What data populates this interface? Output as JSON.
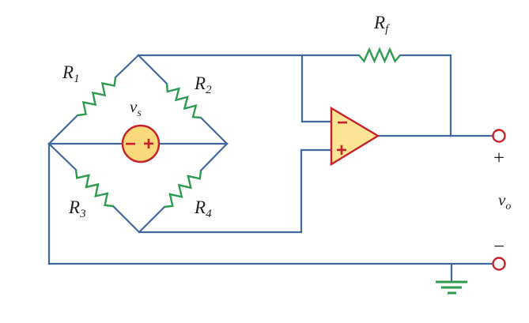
{
  "colors": {
    "wire": "#41689E",
    "resistor": "#2E9B50",
    "outline": "#C5222B",
    "opamp-fill": "#FCE495",
    "source-fill": "#FBD87A",
    "ink": "#231F20",
    "bg": "#FFFFFF"
  },
  "labels": {
    "r1": {
      "base": "R",
      "sub": "1"
    },
    "r2": {
      "base": "R",
      "sub": "2"
    },
    "r3": {
      "base": "R",
      "sub": "3"
    },
    "r4": {
      "base": "R",
      "sub": "4"
    },
    "rf": {
      "base": "R",
      "sub": "f"
    },
    "vs": {
      "base": "v",
      "sub": "s"
    },
    "vo": {
      "base": "v",
      "sub": "o"
    }
  },
  "opamp": {
    "inverting": "−",
    "noninverting": "+"
  },
  "source": {
    "minus": "−",
    "plus": "+"
  },
  "output": {
    "plus": "+",
    "minus": "−"
  }
}
